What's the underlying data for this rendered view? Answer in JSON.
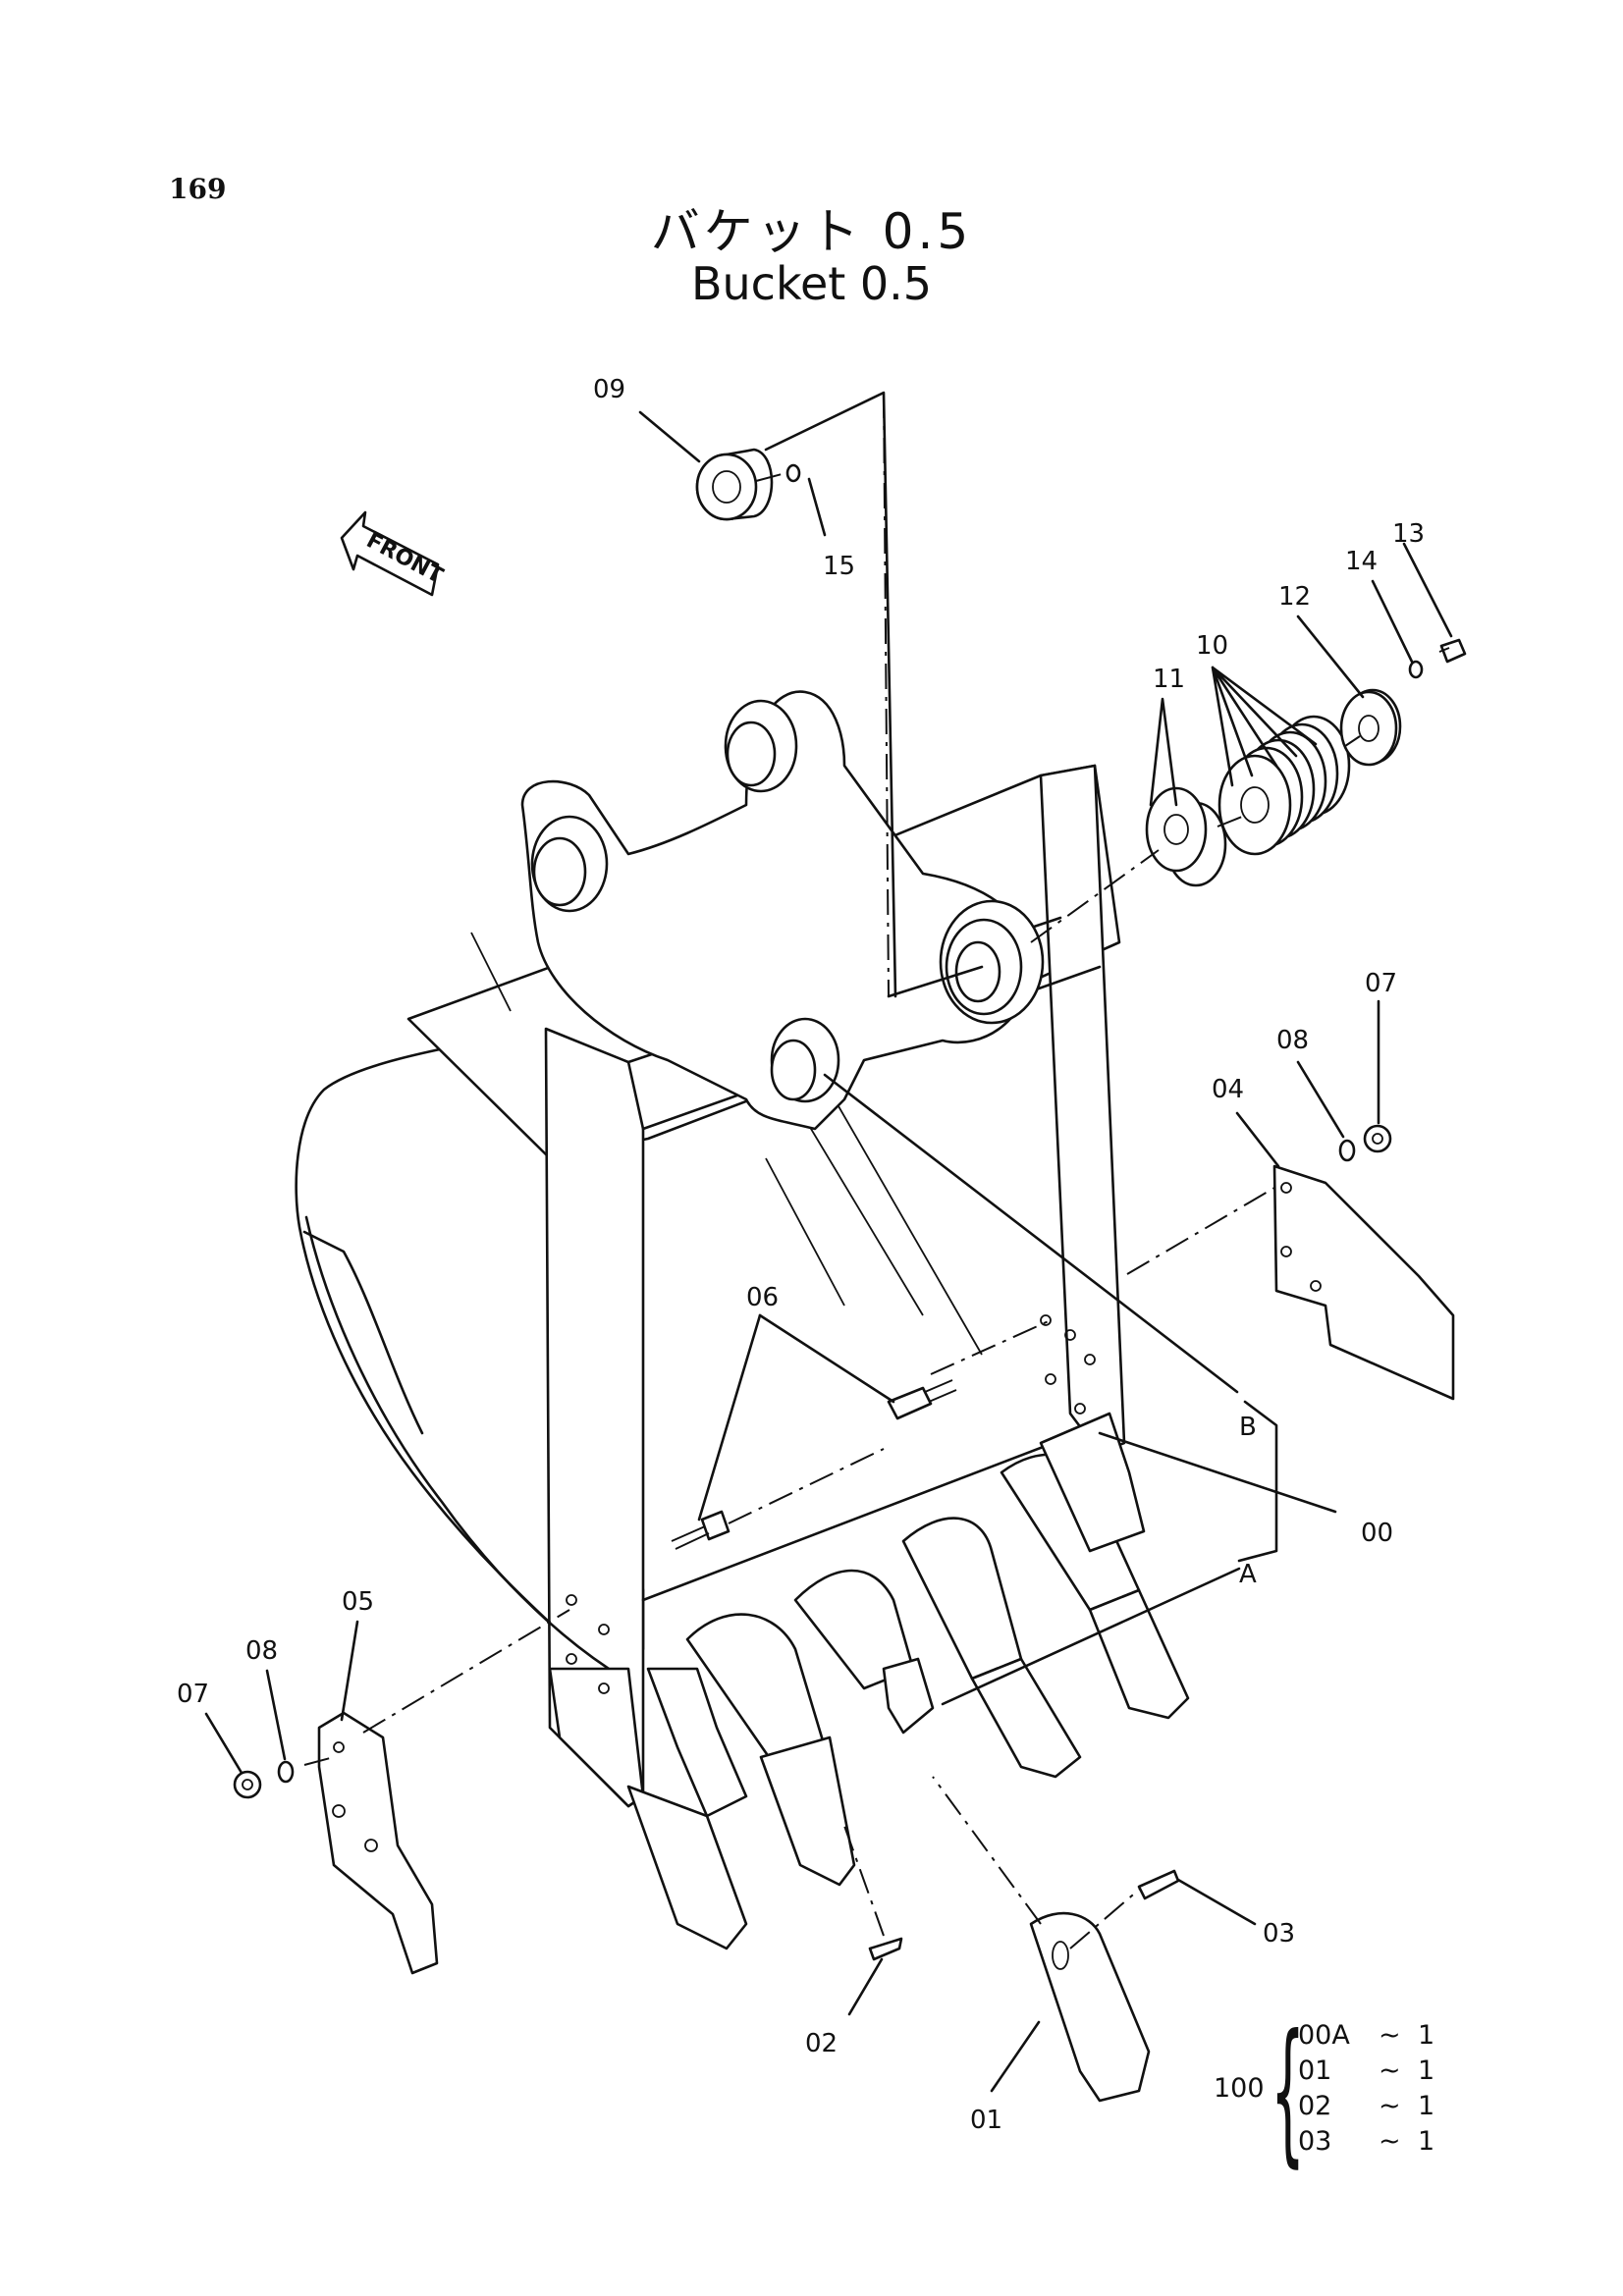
{
  "page_number": "169",
  "title_ja": "バケット 0.5",
  "title_en": "Bucket 0.5",
  "front_label": "FRONT",
  "callouts": {
    "c09": "09",
    "c15": "15",
    "c11": "11",
    "c10": "10",
    "c12": "12",
    "c14": "14",
    "c13": "13",
    "c07r": "07",
    "c08r": "08",
    "c04": "04",
    "c06": "06",
    "cB": "B",
    "c00": "00",
    "cA": "A",
    "c05": "05",
    "c08l": "08",
    "c07l": "07",
    "c03": "03",
    "c02": "02",
    "c01": "01"
  },
  "kit": {
    "qty_label": "100",
    "rows": [
      {
        "code": "00A",
        "tilde": "~",
        "qty": "1"
      },
      {
        "code": "01",
        "tilde": "~",
        "qty": "1"
      },
      {
        "code": "02",
        "tilde": "~",
        "qty": "1"
      },
      {
        "code": "03",
        "tilde": "~",
        "qty": "1"
      }
    ]
  }
}
